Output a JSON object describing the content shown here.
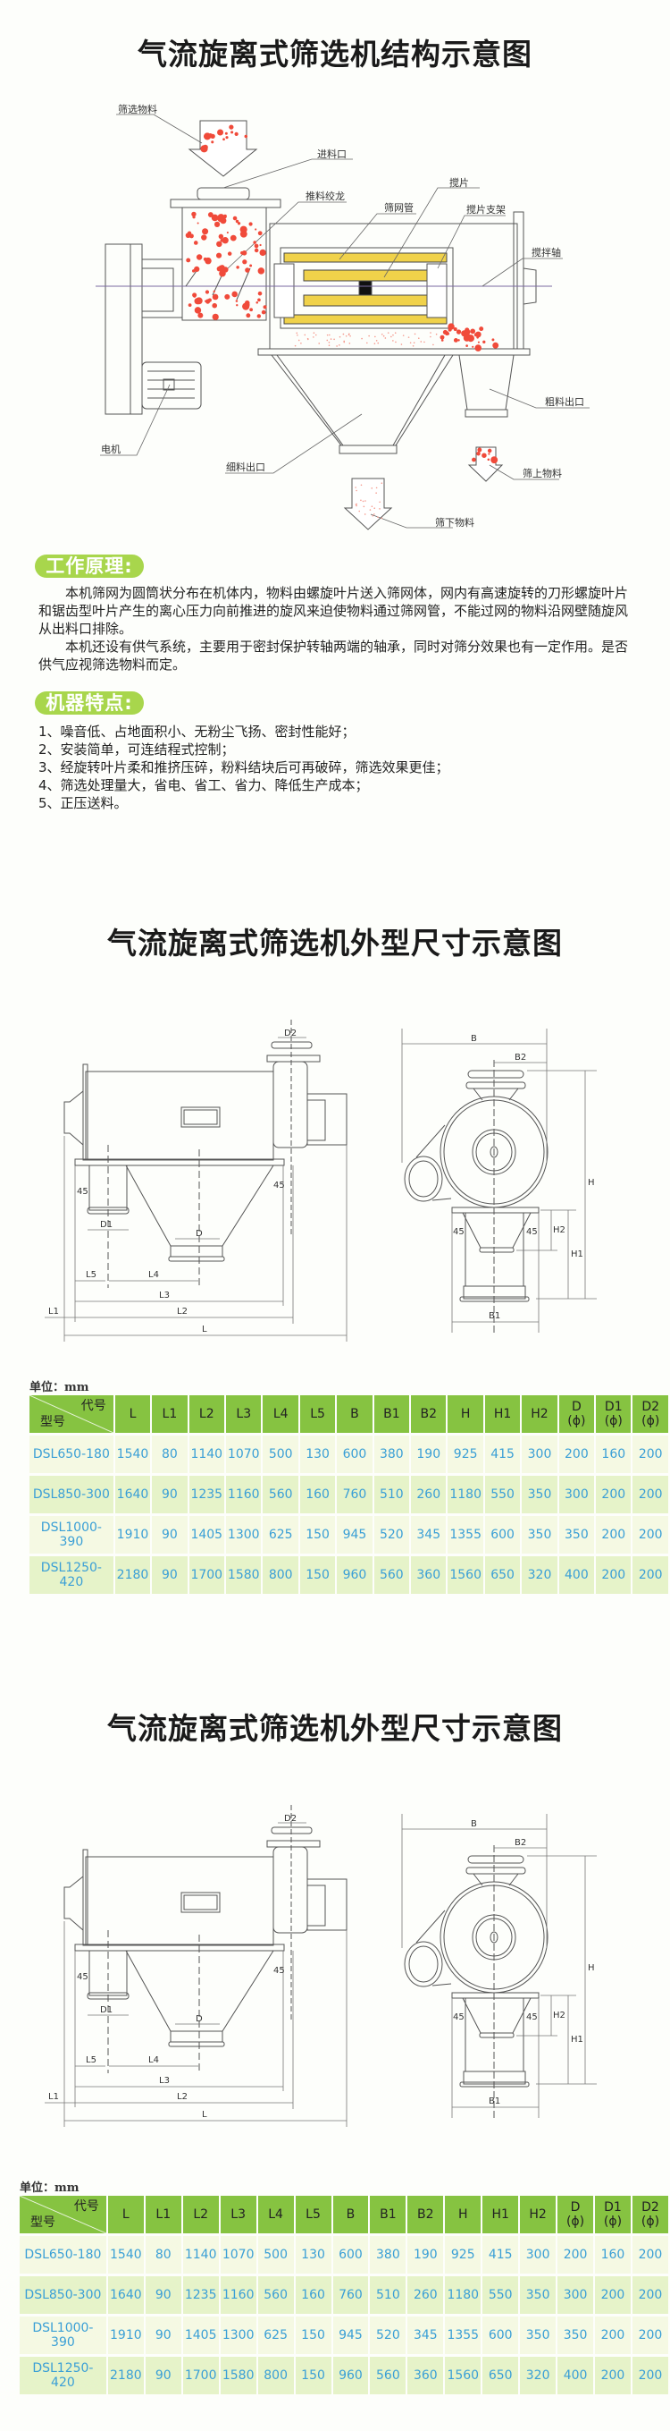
{
  "titles": {
    "structure": "气流旋离式筛选机结构示意图",
    "dimension_1": "气流旋离式筛选机外型尺寸示意图",
    "dimension_2": "气流旋离式筛选机外型尺寸示意图"
  },
  "structure_labels": {
    "material_in": "筛选物料",
    "inlet": "进料口",
    "screw": "推料绞龙",
    "screen_tube": "筛网管",
    "blade": "搅片",
    "blade_bracket": "搅片支架",
    "shaft": "搅拌轴",
    "coarse_outlet": "粗料出口",
    "motor": "电机",
    "fine_outlet": "细料出口",
    "oversize": "筛上物料",
    "undersize": "筛下物料"
  },
  "principle": {
    "heading": "工作原理:",
    "paragraphs": [
      "本机筛网为圆筒状分布在机体内，物料由螺旋叶片送入筛网体，网内有高速旋转的刀形螺旋叶片和锯齿型叶片产生的离心压力向前推进的旋风来迫使物料通过筛网管，不能过网的物料沿网壁随旋风从出料口排除。",
      "本机还设有供气系统，主要用于密封保护转轴两端的轴承，同时对筛分效果也有一定作用。是否供气应视筛选物料而定。"
    ]
  },
  "features": {
    "heading": "机器特点:",
    "items": [
      "1、噪音低、占地面积小、无粉尘飞扬、密封性能好；",
      "2、安装简单，可连结程式控制；",
      "3、经旋转叶片柔和推挤压碎，粉料结块后可再破碎，筛选效果更佳；",
      "4、筛选处理量大，省电、省工、省力、降低生产成本；",
      "5、正压送料。"
    ]
  },
  "dim_labels": {
    "D2": "D2",
    "D1": "D1",
    "D": "D",
    "a45": "45",
    "L": "L",
    "L1": "L1",
    "L2": "L2",
    "L3": "L3",
    "L4": "L4",
    "L5": "L5",
    "B": "B",
    "B1": "B1",
    "B2": "B2",
    "H": "H",
    "H1": "H1",
    "H2": "H2"
  },
  "tables": [
    {
      "unit": "单位：mm",
      "corner_top": "代号",
      "corner_bottom": "型号",
      "columns": [
        "L",
        "L1",
        "L2",
        "L3",
        "L4",
        "L5",
        "B",
        "B1",
        "B2",
        "H",
        "H1",
        "H2",
        "D\n(ϕ)",
        "D1\n(ϕ)",
        "D2\n(ϕ)"
      ],
      "rows": [
        [
          "DSL650-180",
          "1540",
          "80",
          "1140",
          "1070",
          "500",
          "130",
          "600",
          "380",
          "190",
          "925",
          "415",
          "300",
          "200",
          "160",
          "200"
        ],
        [
          "DSL850-300",
          "1640",
          "90",
          "1235",
          "1160",
          "560",
          "160",
          "760",
          "510",
          "260",
          "1180",
          "550",
          "350",
          "300",
          "200",
          "200"
        ],
        [
          "DSL1000-390",
          "1910",
          "90",
          "1405",
          "1300",
          "625",
          "150",
          "945",
          "520",
          "345",
          "1355",
          "600",
          "350",
          "350",
          "200",
          "200"
        ],
        [
          "DSL1250-420",
          "2180",
          "90",
          "1700",
          "1580",
          "800",
          "150",
          "960",
          "560",
          "360",
          "1560",
          "650",
          "320",
          "400",
          "200",
          "200"
        ]
      ]
    },
    {
      "unit": "单位：mm",
      "corner_top": "代号",
      "corner_bottom": "型号",
      "columns": [
        "L",
        "L1",
        "L2",
        "L3",
        "L4",
        "L5",
        "B",
        "B1",
        "B2",
        "H",
        "H1",
        "H2",
        "D\n(ϕ)",
        "D1\n(ϕ)",
        "D2\n(ϕ)"
      ],
      "rows": [
        [
          "DSL650-180",
          "1540",
          "80",
          "1140",
          "1070",
          "500",
          "130",
          "600",
          "380",
          "190",
          "925",
          "415",
          "300",
          "200",
          "160",
          "200"
        ],
        [
          "DSL850-300",
          "1640",
          "90",
          "1235",
          "1160",
          "560",
          "160",
          "760",
          "510",
          "260",
          "1180",
          "550",
          "350",
          "300",
          "200",
          "200"
        ],
        [
          "DSL1000-390",
          "1910",
          "90",
          "1405",
          "1300",
          "625",
          "150",
          "945",
          "520",
          "345",
          "1355",
          "600",
          "350",
          "350",
          "200",
          "200"
        ],
        [
          "DSL1250-420",
          "2180",
          "90",
          "1700",
          "1580",
          "800",
          "150",
          "960",
          "560",
          "360",
          "1560",
          "650",
          "320",
          "400",
          "200",
          "200"
        ]
      ]
    }
  ],
  "colors": {
    "accent_green": "#a8d64c",
    "table_header": "#86c341",
    "value_blue": "#3a9fd6",
    "particle_red": "#f04a3a"
  }
}
